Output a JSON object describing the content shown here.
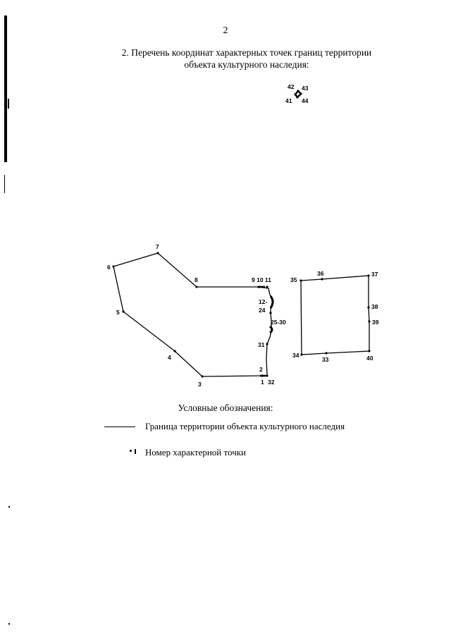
{
  "page": {
    "number": "2",
    "title_line1": "2. Перечень координат характерных точек границ территории",
    "title_line2": "объекта культурного наследия:"
  },
  "point_labels": {
    "p1": "1",
    "p2": "2",
    "p3": "3",
    "p4": "4",
    "p5": "5",
    "p6": "6",
    "p7": "7",
    "p8": "8",
    "p9_11": "9 10 11",
    "p12": "12-",
    "p24": "24",
    "p25_30": "25-30",
    "p31": "31",
    "p32": "32",
    "p33": "33",
    "p34": "34",
    "p35": "35",
    "p36": "36",
    "p37": "37",
    "p38": "38",
    "p39": "39",
    "p40": "40",
    "p41": "41",
    "p42": "42",
    "p43": "43",
    "p44": "44"
  },
  "legend": {
    "title": "Условные обозначения:",
    "boundary_label": "Граница территории объекта культурного наследия",
    "point_label": "Номер характерной точки"
  }
}
